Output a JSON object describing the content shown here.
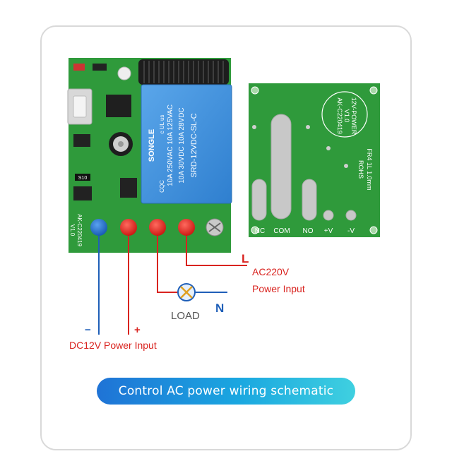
{
  "relay": {
    "brand": "SONGLE",
    "model": "SRD-12VDC-SL-C",
    "rating_1": "10A 250VAC  10A 125VAC",
    "rating_2": "10A 30VDC  10A 28VDC",
    "cert": "CQC",
    "cert2": "c UL us"
  },
  "board": {
    "edge_label": "AK-C220419",
    "version": "V1.0",
    "label_s10": "S10"
  },
  "back_board": {
    "label_pcb": "AK-C220419",
    "label_ver": "V1.0",
    "label_power": "12V-POWER",
    "label_rohs": "ROHS",
    "label_fr4": "FR4 1L 1.0mm",
    "terminals": [
      "NC",
      "COM",
      "NO",
      "+V",
      "-V"
    ]
  },
  "wiring": {
    "l_label": "L",
    "ac_label_1": "AC220V",
    "ac_label_2": "Power Input",
    "n_label": "N",
    "load_label": "LOAD",
    "minus_label": "−",
    "plus_label": "+",
    "dc_label": "DC12V Power Input"
  },
  "caption": "Control AC power wiring schematic",
  "colors": {
    "pcb_green": "#2f9a3b",
    "relay_blue": "#3f8fd8",
    "wire_red": "#d9231f",
    "wire_blue": "#1f5fb8",
    "terminal_red": "#e8201d",
    "terminal_blue": "#1f6fd0"
  }
}
